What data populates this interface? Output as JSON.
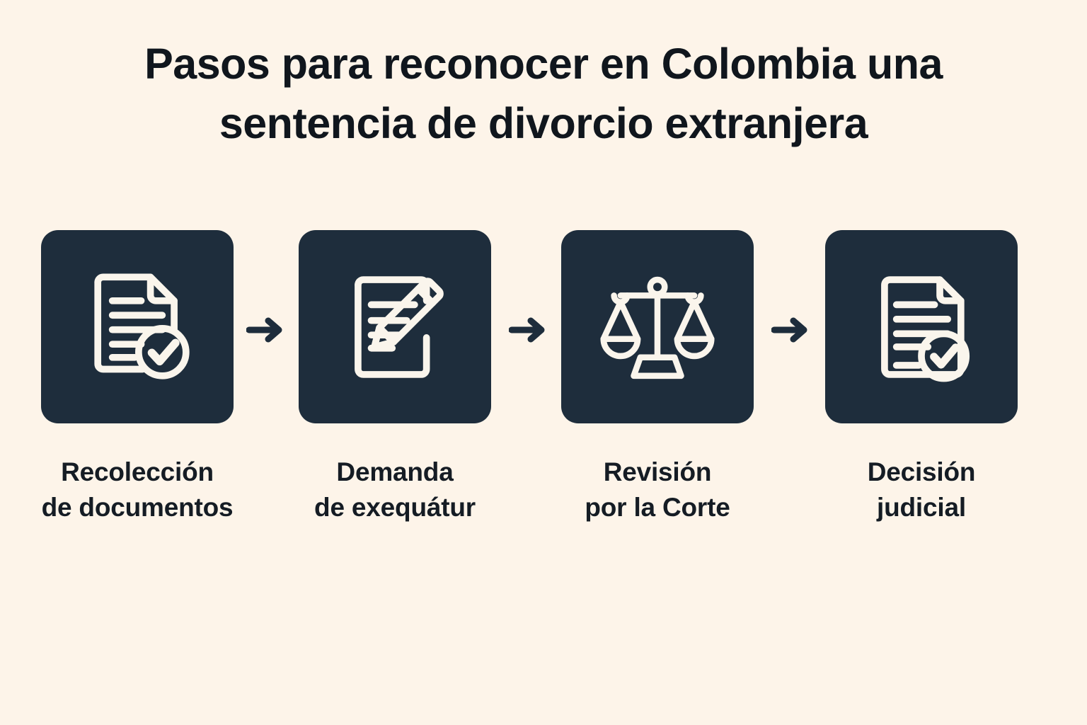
{
  "title": {
    "line1": "Pasos para reconocer en Colombia una",
    "line2": "sentencia de divorcio extranjera",
    "full": "Pasos para reconocer en Colombia una sentencia de divorcio extranjera"
  },
  "colors": {
    "background": "#fdf4e9",
    "tile": "#1e2d3c",
    "icon_stroke": "#faf5ec",
    "title_text": "#10161d",
    "label_text": "#151c24",
    "arrow": "#1e2d3c"
  },
  "steps": [
    {
      "index": 1,
      "icon": "document-check-icon",
      "label_line1": "Recolección",
      "label_line2": "de documentos",
      "label": "Recolección de documentos"
    },
    {
      "index": 2,
      "icon": "document-pencil-icon",
      "label_line1": "Demanda",
      "label_line2": "de exequátur",
      "label": "Demanda de exequátur"
    },
    {
      "index": 3,
      "icon": "scales-of-justice-icon",
      "label_line1": "Revisión",
      "label_line2": "por la Corte",
      "label": "Revisión por la Corte"
    },
    {
      "index": 4,
      "icon": "document-verified-icon",
      "label_line1": "Decisión",
      "label_line2": "judicial",
      "label": "Decisión judicial"
    }
  ],
  "arrows": [
    {
      "icon": "arrow-right-icon",
      "from": 1,
      "to": 2
    },
    {
      "icon": "arrow-right-icon",
      "from": 2,
      "to": 3
    },
    {
      "icon": "arrow-right-icon",
      "from": 3,
      "to": 4
    }
  ]
}
